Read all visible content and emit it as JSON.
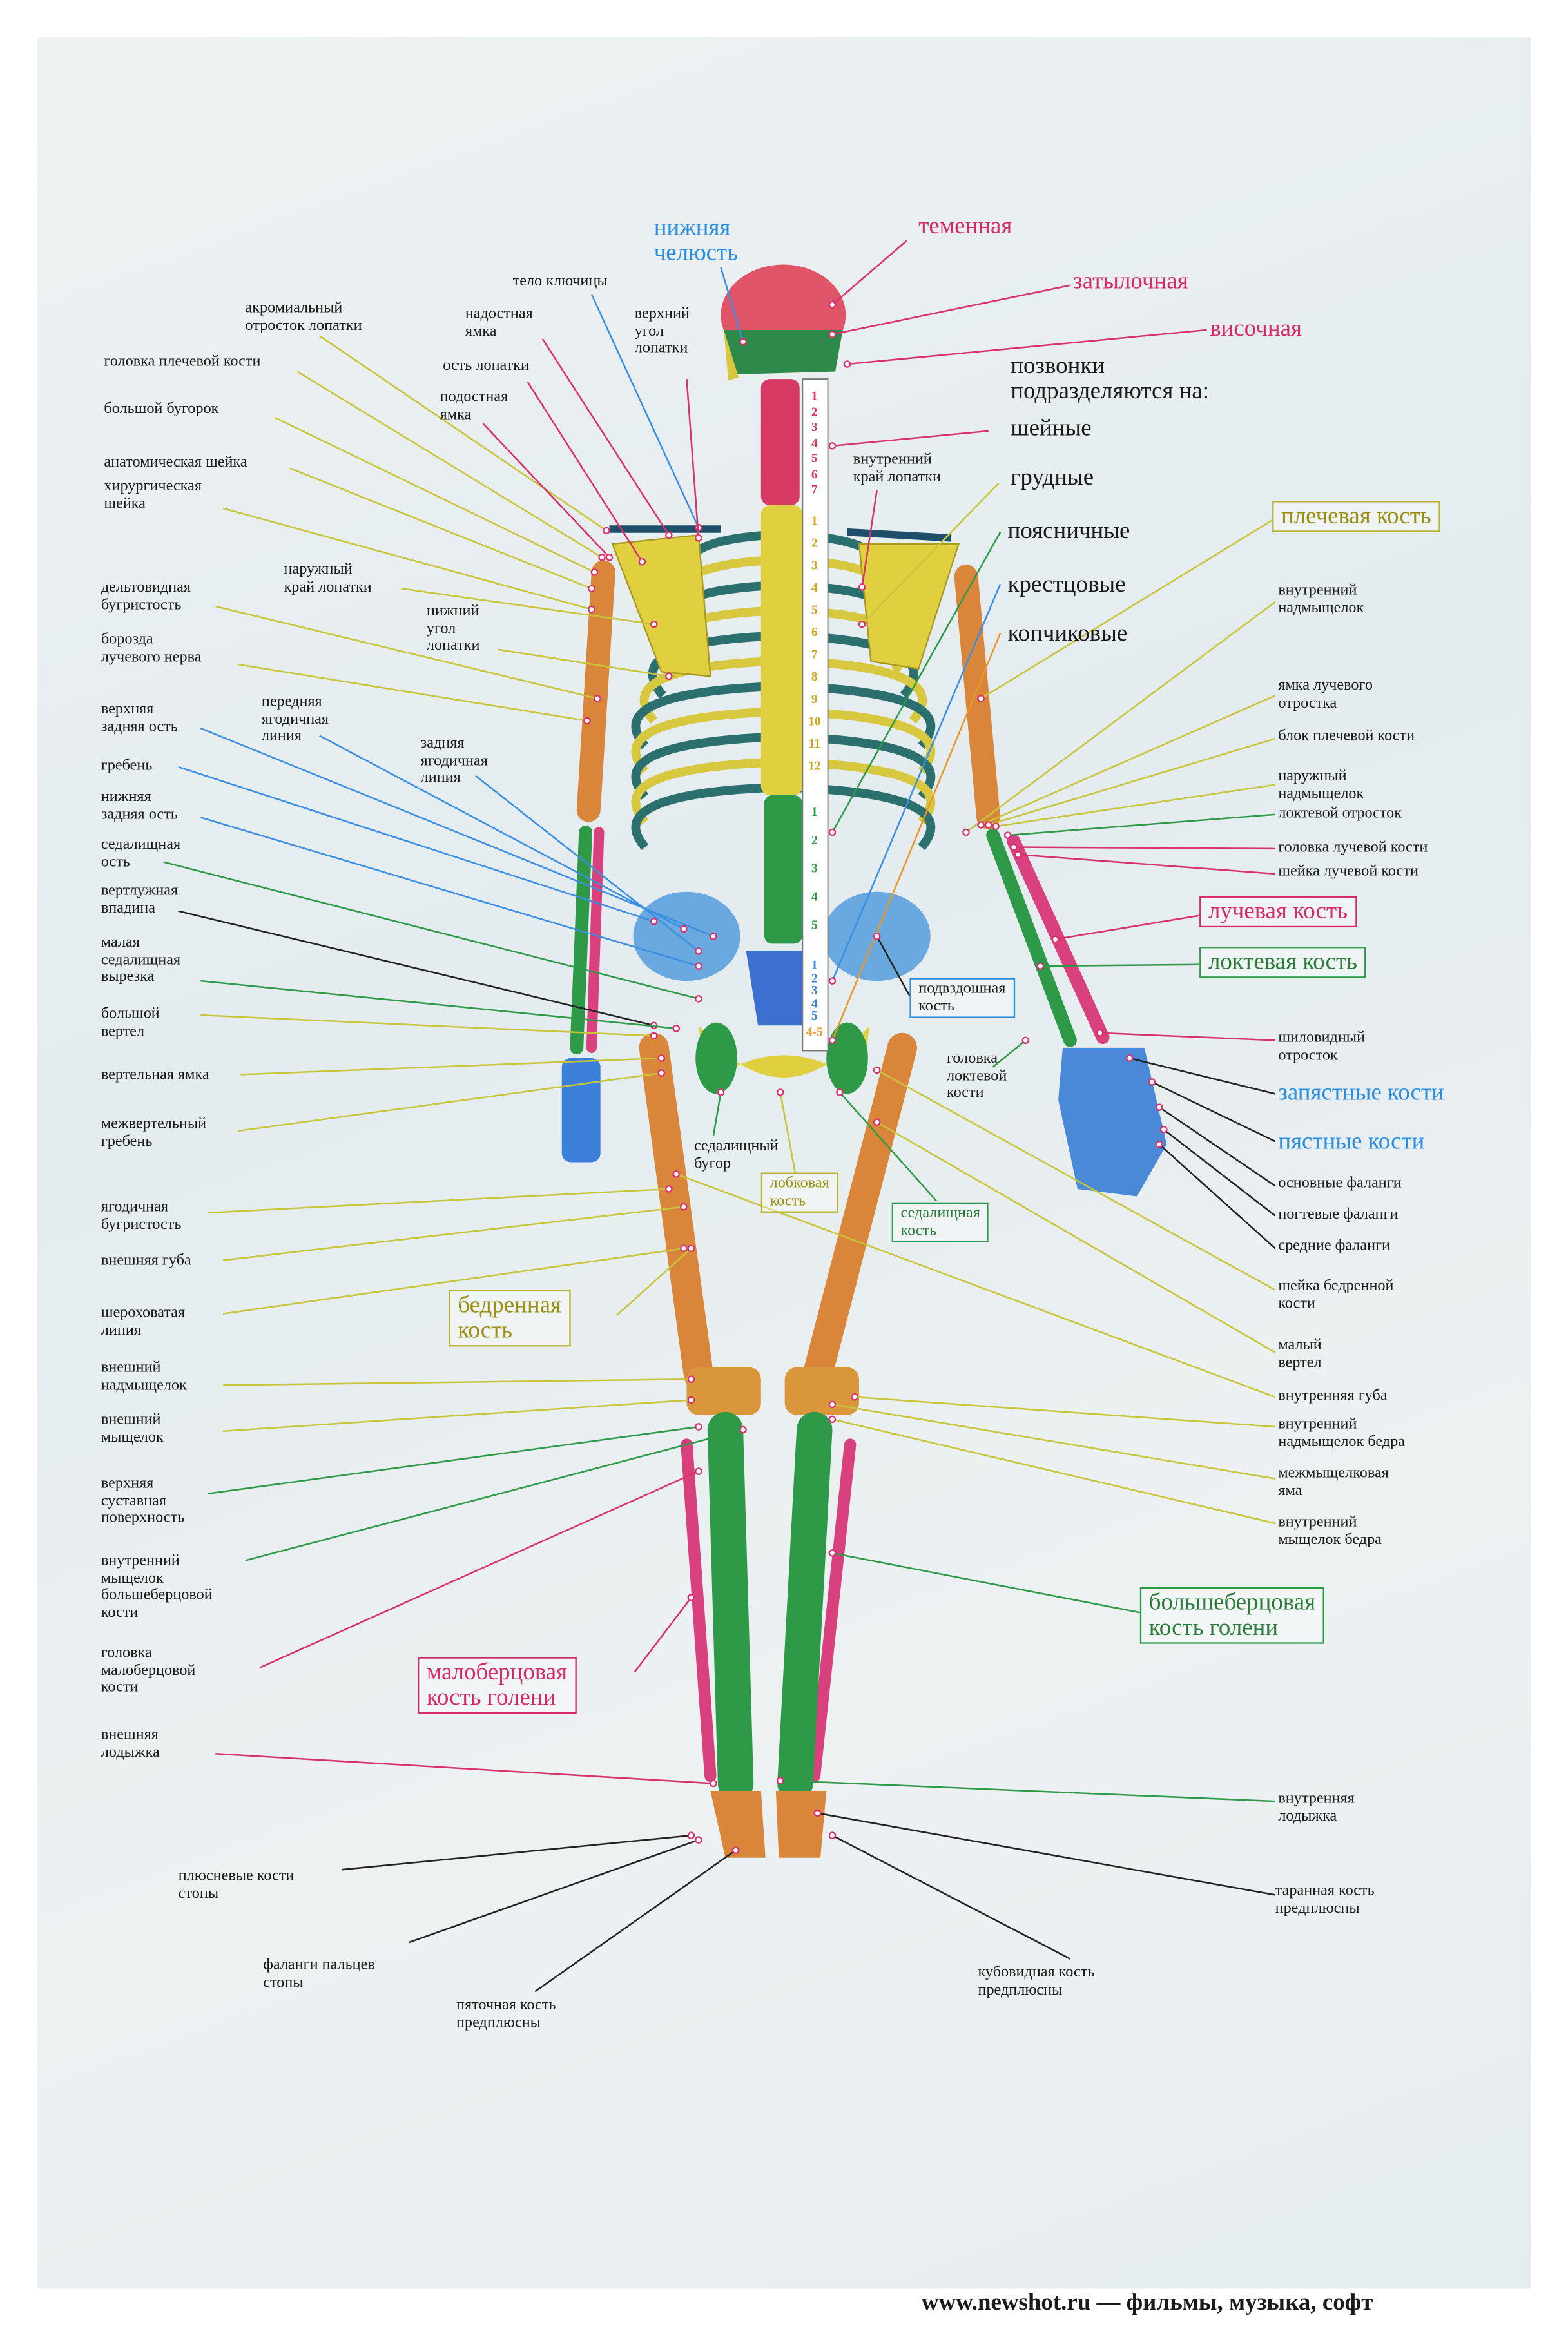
{
  "labels": {
    "nizhnyaya_chelyust": "нижняя\nчелюсть",
    "temennaya": "теменная",
    "zatylochnaya": "затылочная",
    "visochnaya": "височная",
    "pozvonki_heading": "позвонки\nподразделяются на:",
    "sheynye": "шейные",
    "grudnye": "грудные",
    "poyasnichnye": "поясничные",
    "kresttsovye": "крестцовые",
    "kopchikovye": "копчиковые",
    "telo_klyuchitsy": "тело ключицы",
    "akromialny": "акромиальный\nотросток лопатки",
    "nadostnaya": "надостная\nямка",
    "verkhniy_ugol": "верхний\nугол\nлопатки",
    "ost_lopatki": "ость лопатки",
    "podostnaya": "подостная\nямка",
    "vnutrenniy_kray": "внутренний\nкрай лопатки",
    "golovka_plechevoy": "головка плечевой кости",
    "bolshoy_bugorok": "большой  бугорок",
    "anatomicheskaya": "анатомическая  шейка",
    "khirurgicheskaya": "хирургическая\nшейка",
    "naruzhny_kray": "наружный\nкрай  лопатки",
    "deltovidnaya": "дельтовидная\nбугристость",
    "nizhniy_ugol": "нижний\nугол\nлопатки",
    "borozda": "борозда\nлучевого  нерва",
    "verkhnyaya_zadnyaya": "верхняя\nзадняя  ость",
    "perednyaya_yagodichnaya": "передняя\nягодичная\nлиния",
    "zadnyaya_yagodichnaya": "задняя\nягодичная\nлиния",
    "greben": "гребень",
    "nizhnyaya_zadnyaya": "нижняя\nзадняя  ость",
    "sedalishchnaya_ost": "седалищная\nость",
    "vertluzhnaya": "вертлужная\nвпадина",
    "malaya_sedalishchnaya": "малая\nседалищная\nвырезка",
    "bolshoy_vertel": "большой\nвертел",
    "vertelnaya_yamka": "вертельная  ямка",
    "mezhvertelny": "межвертельный\nгребень",
    "yagodichnaya_bugr": "ягодичная\nбугристость",
    "vneshnyaya_guba": "внешняя губа",
    "sherokhovataya": "шероховатая\nлиния",
    "vneshniy_nadmyshchelok": "внешний\nнадмыщелок",
    "vneshniy_myshchelok": "внешний\nмыщелок",
    "verkhnyaya_sustavnaya": "верхняя\nсуставная\nповерхность",
    "vnutrenniy_myshchelok_bolsh": "внутренний\nмыщелок\nбольшеберцовой\nкости",
    "golovka_malobertsovoy": "головка\nмалоберцовой\nкости",
    "vneshnyaya_lodyzhka": "внешняя\nлодыжка",
    "plyusnevye": "плюсневые кости\nстопы",
    "falangi_paltsev": "фаланги  пальцев\nстопы",
    "pyatochnaya": "пяточная  кость\nпредплюсны",
    "plechevaya_kost": "плечевая  кость",
    "vnutrenniy_nadmyshchelok": "внутренний\nнадмыщелок",
    "yamka_luchevogo": "ямка лучевого\nотростка",
    "blok_plechevoy": "блок плечевой кости",
    "naruzhny_nadmyshchelok": "наружный\nнадмыщелок",
    "loktevoy_otrostok": "локтевой отросток",
    "golovka_luchevoy": "головка лучевой кости",
    "sheyka_luchevoy": "шейка лучевой кости",
    "luchevaya_kost": "лучевая кость",
    "loktevaya_kost": "локтевая  кость",
    "podvzdoshnaya": "подвздошная\nкость",
    "golovka_loktevoy": "головка\nлоктевой\nкости",
    "shilovidny": "шиловидный\nотросток",
    "zapyastnye": "запястные кости",
    "pyastnye": "пястные  кости",
    "osnovnye_falangi": "основные фаланги",
    "nogtevye_falangi": "ногтевые фаланги",
    "srednie_falangi": "средние фаланги",
    "sedalishchny_bugor": "седалищный\nбугор",
    "lobkovaya": "лобковая\nкость",
    "sedalishchnaya_kost": "седалищная\nкость",
    "sheyka_bedrennoy": "шейка бедренной\nкости",
    "maly_vertel": "малый\nвертел",
    "vnutrennyaya_guba": "внутренняя губа",
    "vnutrenniy_nadmyshchelok_bedra": "внутренний\nнадмыщелок бедра",
    "mezhmyshchelkovaya": "межмыщелковая\nяма",
    "vnutrenniy_myshchelok_bedra": "внутренний\nмыщелок бедра",
    "bedrennaya_kost": "бедренная\nкость",
    "bolshebertsovaya": "большеберцовая\nкость голени",
    "malobertsovaya": "малоберцовая\nкость голени",
    "vnutrennyaya_lodyzhka": "внутренняя\nлодыжка",
    "tarannaya": "таранная кость\nпредплюсны",
    "kubovidnaya": "кубовидная кость\nпредплюсны"
  },
  "vertebra_numbers": {
    "cervical": [
      "1",
      "2",
      "3",
      "4",
      "5",
      "6",
      "7"
    ],
    "thoracic": [
      "1",
      "2",
      "3",
      "4",
      "5",
      "6",
      "7",
      "8",
      "9",
      "10",
      "11",
      "12"
    ],
    "lumbar": [
      "1",
      "2",
      "3",
      "4",
      "5"
    ],
    "sacral": [
      "1",
      "2",
      "3",
      "4",
      "5"
    ],
    "coccygeal": [
      "4-5"
    ]
  },
  "footer": "www.newshot.ru — фильмы, музыка, софт",
  "colors": {
    "skull": "#e05468",
    "cervical": "#d63a62",
    "thoracic": "#e0d040",
    "lumbar": "#2e9a48",
    "sacrum": "#3b7fd8",
    "humerus_femur": "#d9863a",
    "ulna_tibia": "#2e9a48",
    "radius_fibula": "#d8407e",
    "leader_yellow": "#c9c53a",
    "leader_pink": "#d8326e",
    "leader_blue": "#3b8fe0",
    "leader_green": "#2e9a48"
  }
}
